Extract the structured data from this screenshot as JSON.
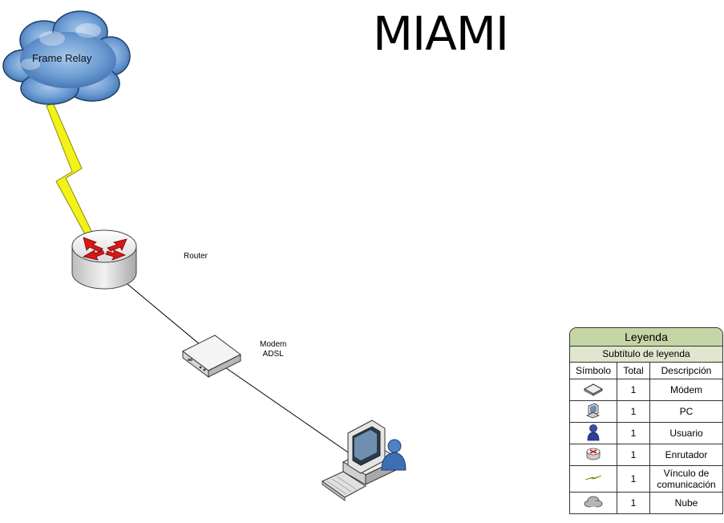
{
  "title": "MIAMI",
  "nodes": {
    "cloud": {
      "label": "Frame Relay"
    },
    "router": {
      "label": "Router"
    },
    "modem": {
      "label_line1": "Modem",
      "label_line2": "ADSL"
    }
  },
  "colors": {
    "cloud_fill": "#7fa9d8",
    "lightning": "#f2f21a",
    "router_arrows": "#d81818",
    "legend_header": "#c5d5a6",
    "legend_subheader": "#dfe6cd"
  },
  "legend": {
    "title": "Leyenda",
    "subtitle": "Subtítulo de leyenda",
    "headers": {
      "symbol": "Símbolo",
      "total": "Total",
      "description": "Descripción"
    },
    "rows": [
      {
        "icon": "modem-icon",
        "total": "1",
        "description": "Módem"
      },
      {
        "icon": "pc-icon",
        "total": "1",
        "description": "PC"
      },
      {
        "icon": "user-icon",
        "total": "1",
        "description": "Usuario"
      },
      {
        "icon": "router-icon",
        "total": "1",
        "description": "Enrutador"
      },
      {
        "icon": "lightning-icon",
        "total": "1",
        "description_line1": "Vínculo de",
        "description_line2": "comunicación"
      },
      {
        "icon": "cloud-icon",
        "total": "1",
        "description": "Nube"
      }
    ]
  }
}
